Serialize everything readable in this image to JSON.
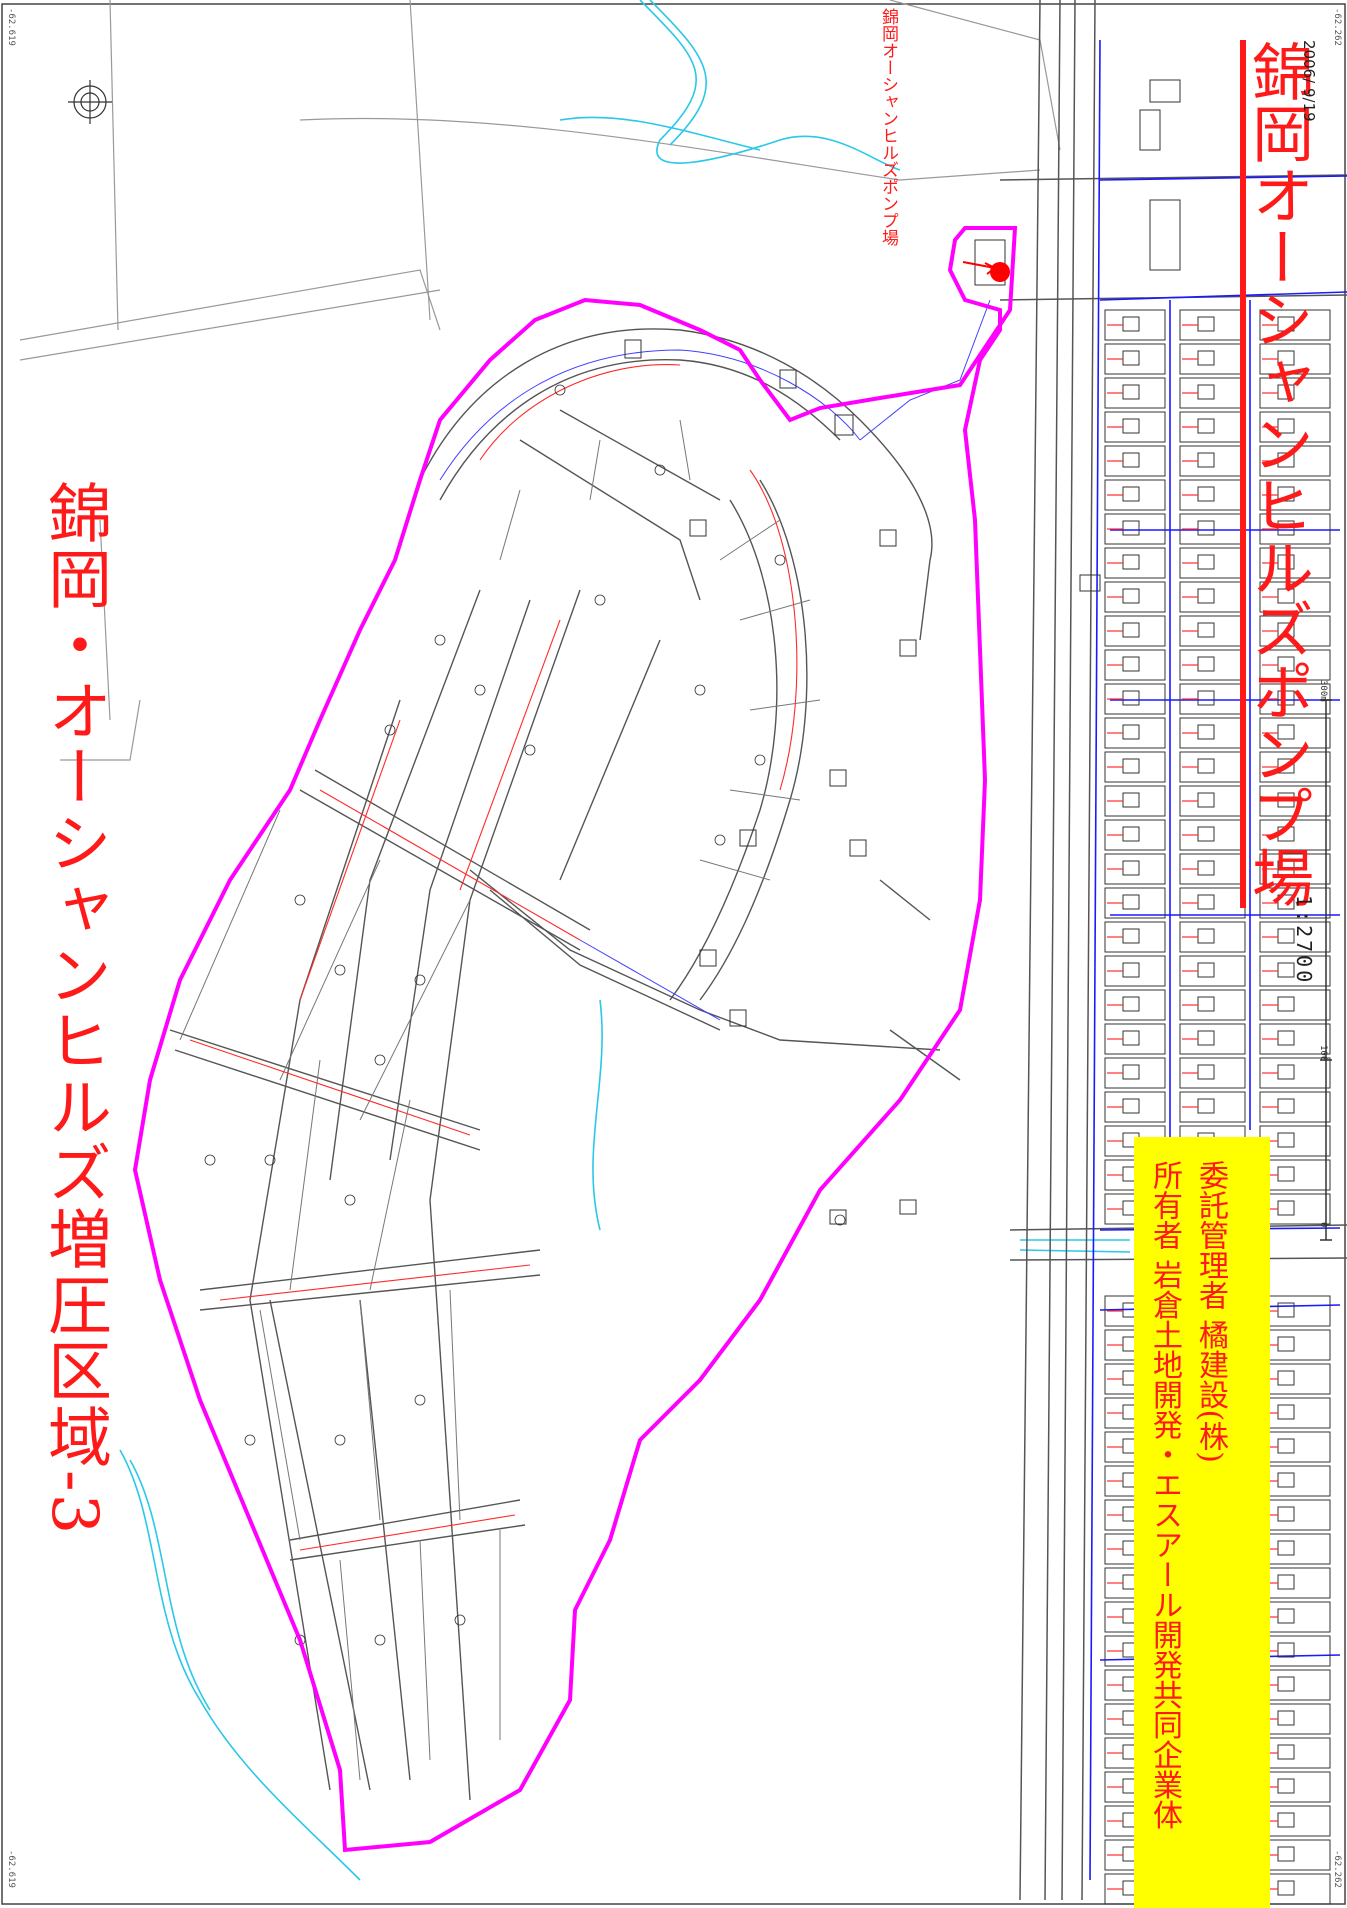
{
  "title": "錦岡・オーシャンヒルズ増圧区域-3",
  "pump_station_title": "錦岡オーシャンヒルズポンプ場",
  "pump_station_label": "錦岡オーシャンヒルズポンプ場",
  "date": "2006/ 9/19",
  "scale": "1:2700",
  "scale_bar_ticks": [
    "0",
    "100",
    "300m"
  ],
  "owner_line": "所有者 岩倉土地開発・エスアール開発共同企業体",
  "manager_line": "委託管理者 橘建設(株)",
  "corner_labels": {
    "top_left": "-62.619",
    "top_right": "-62.262",
    "bottom_left": "-62.619",
    "bottom_right": "-62.262"
  },
  "colors": {
    "boundary": "#ff00ff",
    "title": "#ff1a1a",
    "water_main": "#1a1aff",
    "service_line": "#ff2a2a",
    "stream": "#29c8e8",
    "road": "#555555",
    "pump_marker": "#ff0000",
    "info_box": "#ffff00"
  }
}
